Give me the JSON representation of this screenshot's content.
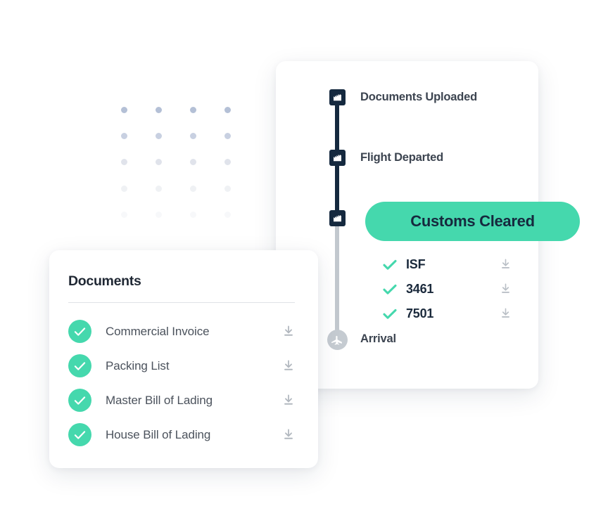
{
  "colors": {
    "accent_green": "#45d8ad",
    "timeline_dark": "#15293f",
    "timeline_light": "#c2c8ce",
    "text_dark": "#1f2733",
    "text_muted": "#4b525c",
    "card_bg": "#ffffff",
    "page_bg": "#ffffff",
    "dot_grid": "#b9c2d8",
    "divider": "#dfe2e6"
  },
  "decoration": {
    "dot_grid_icon": "dot-grid-pattern",
    "dot_grid_columns": 4,
    "dot_grid_rows": 5
  },
  "shipment_card": {
    "timeline": {
      "milestones": [
        {
          "label": "Documents Uploaded",
          "icon": "milestone-flag-icon",
          "state": "complete"
        },
        {
          "label": "Flight Departed",
          "icon": "milestone-flag-icon",
          "state": "complete"
        },
        {
          "label": "Customs Cleared",
          "icon": "milestone-flag-icon",
          "state": "current",
          "highlighted": true
        },
        {
          "label": "Arrival",
          "icon": "airplane-icon",
          "state": "pending"
        }
      ],
      "customs_pill_label": "Customs Cleared",
      "customs_documents": [
        {
          "name": "ISF",
          "check_icon": "check-icon",
          "download_icon": "download-icon"
        },
        {
          "name": "3461",
          "check_icon": "check-icon",
          "download_icon": "download-icon"
        },
        {
          "name": "7501",
          "check_icon": "check-icon",
          "download_icon": "download-icon"
        }
      ]
    }
  },
  "documents_card": {
    "title": "Documents",
    "items": [
      {
        "name": "Commercial Invoice",
        "check_icon": "check-circle-icon",
        "download_icon": "download-icon"
      },
      {
        "name": "Packing List",
        "check_icon": "check-circle-icon",
        "download_icon": "download-icon"
      },
      {
        "name": "Master Bill of Lading",
        "check_icon": "check-circle-icon",
        "download_icon": "download-icon"
      },
      {
        "name": "House Bill of Lading",
        "check_icon": "check-circle-icon",
        "download_icon": "download-icon"
      }
    ]
  }
}
